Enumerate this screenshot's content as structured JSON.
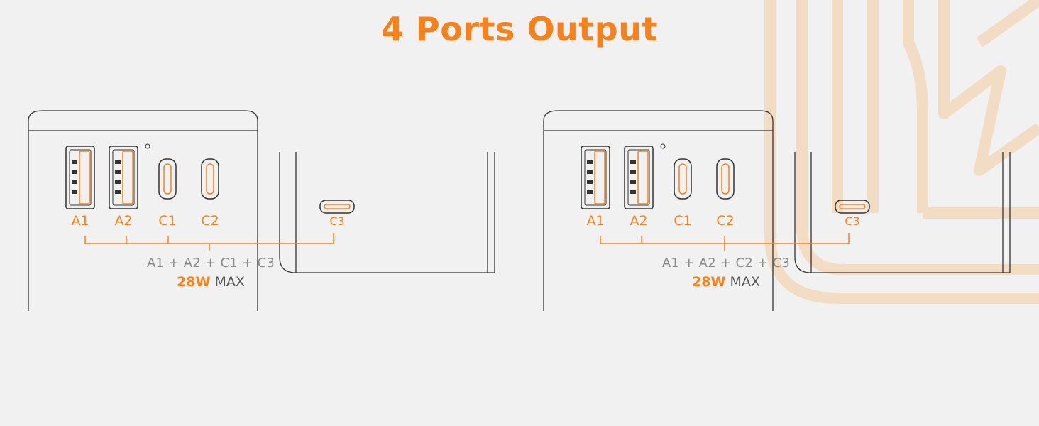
{
  "title": "4 Ports Output",
  "colors": {
    "accent": "#f7821b",
    "line": "#333333",
    "text": "#555555",
    "watermark": "#f2d9bf"
  },
  "panels": [
    {
      "ports": [
        "A1",
        "A2",
        "C1",
        "C2"
      ],
      "side_port": "C3",
      "combo": "A1 + A2 + C1 + C3",
      "power_value": "28W",
      "power_unit": "MAX"
    },
    {
      "ports": [
        "A1",
        "A2",
        "C1",
        "C2"
      ],
      "side_port": "C3",
      "combo": "A1 + A2 + C2 + C3",
      "power_value": "28W",
      "power_unit": "MAX"
    }
  ],
  "watermark_icon": "charger-bolt-icon"
}
